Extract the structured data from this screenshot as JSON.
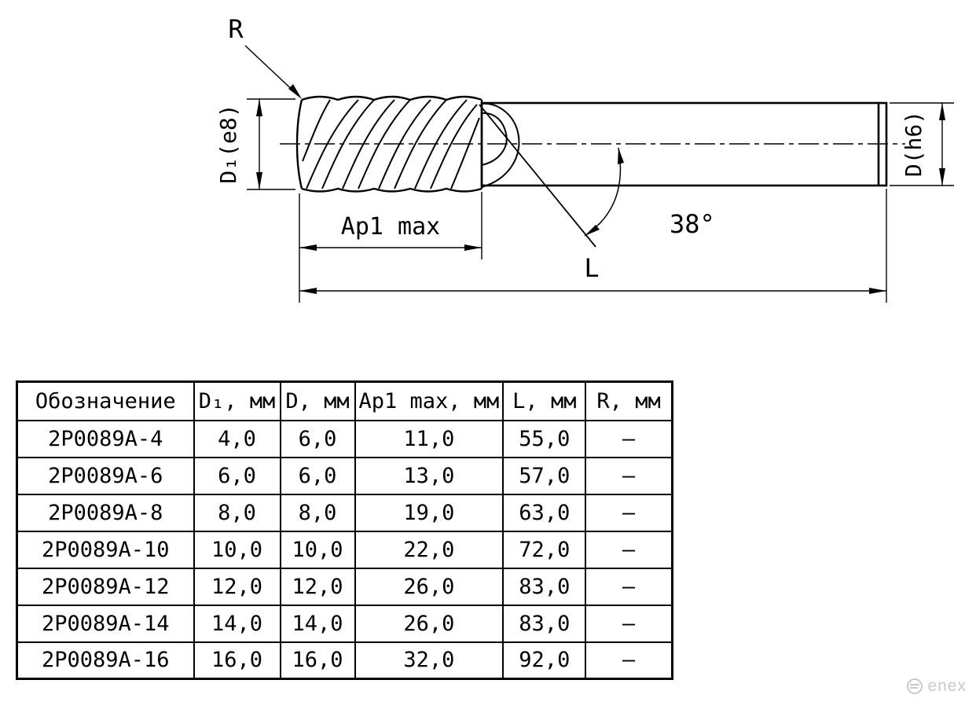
{
  "drawing": {
    "radius_label": "R",
    "d1_label": "D₁(e8)",
    "d_label": "D(h6)",
    "ap1_label": "Ap1 max",
    "angle_label": "38°",
    "length_label": "L"
  },
  "table": {
    "headers": [
      "Обозначение",
      "D₁, мм",
      "D, мм",
      "Ap1 max, мм",
      "L, мм",
      "R, мм"
    ],
    "rows": [
      [
        "2P0089A-4",
        "4,0",
        "6,0",
        "11,0",
        "55,0",
        "–"
      ],
      [
        "2P0089A-6",
        "6,0",
        "6,0",
        "13,0",
        "57,0",
        "–"
      ],
      [
        "2P0089A-8",
        "8,0",
        "8,0",
        "19,0",
        "63,0",
        "–"
      ],
      [
        "2P0089A-10",
        "10,0",
        "10,0",
        "22,0",
        "72,0",
        "–"
      ],
      [
        "2P0089A-12",
        "12,0",
        "12,0",
        "26,0",
        "83,0",
        "–"
      ],
      [
        "2P0089A-14",
        "14,0",
        "14,0",
        "26,0",
        "83,0",
        "–"
      ],
      [
        "2P0089A-16",
        "16,0",
        "16,0",
        "32,0",
        "92,0",
        "–"
      ]
    ]
  },
  "watermark": {
    "text": "enex"
  },
  "colors": {
    "line": "#000000",
    "background": "#ffffff",
    "watermark": "#c9c9c9"
  }
}
